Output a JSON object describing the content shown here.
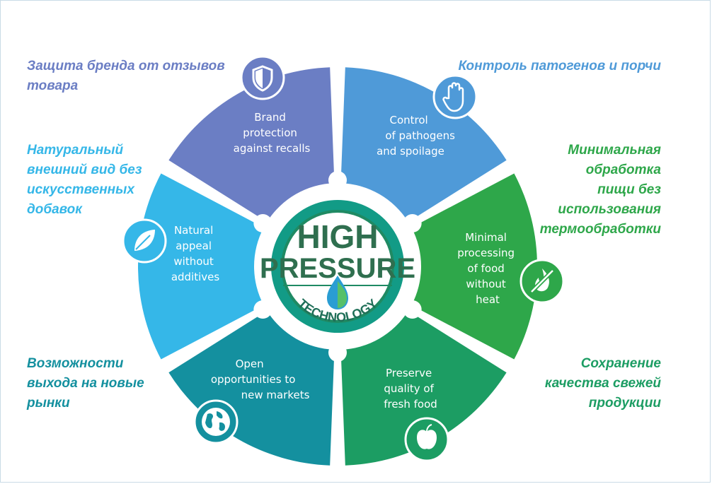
{
  "colors": {
    "brand": "#6b7ec4",
    "pathogens": "#4f9ad8",
    "minimal": "#2ea74a",
    "preserve": "#1c9d63",
    "markets": "#14909f",
    "natural": "#35b7e8",
    "logo_ring": "#129b86"
  },
  "callouts": {
    "brand": "Защита бренда от отзывов\nтовара",
    "pathogens": "Контроль патогенов и порчи",
    "natural": "Натуральный\nвнешний вид без\nискусственных\nдобавок",
    "minimal": "Минимальная\nобработка\nпищи без\nиспользования\nтермообработки",
    "markets": "Возможности\nвыхода на новые\nрынки",
    "preserve": "Сохранение\nкачества свежей\nпродукции"
  },
  "segments": {
    "brand": {
      "lines": [
        "Brand",
        "protection",
        "against recalls"
      ],
      "icon": "shield-icon"
    },
    "pathogens": {
      "lines": [
        "Control",
        "of pathogens",
        "and spoilage"
      ],
      "icon": "hand-stop-icon"
    },
    "minimal": {
      "lines": [
        "Minimal",
        "processing",
        "of food",
        "without",
        "heat"
      ],
      "icon": "no-heat-flame-icon"
    },
    "preserve": {
      "lines": [
        "Preserve",
        "quality of",
        "fresh food"
      ],
      "icon": "apple-icon"
    },
    "markets": {
      "lines": [
        "Open",
        "opportunities to",
        "new markets"
      ],
      "icon": "globe-icon"
    },
    "natural": {
      "lines": [
        "Natural",
        "appeal",
        "without",
        "additives"
      ],
      "icon": "leaf-icon"
    }
  },
  "logo": {
    "line1": "HIGH",
    "line2": "PRESSURE",
    "line3": "TECHNOLOGY",
    "icon": "water-drop-leaf-icon"
  }
}
